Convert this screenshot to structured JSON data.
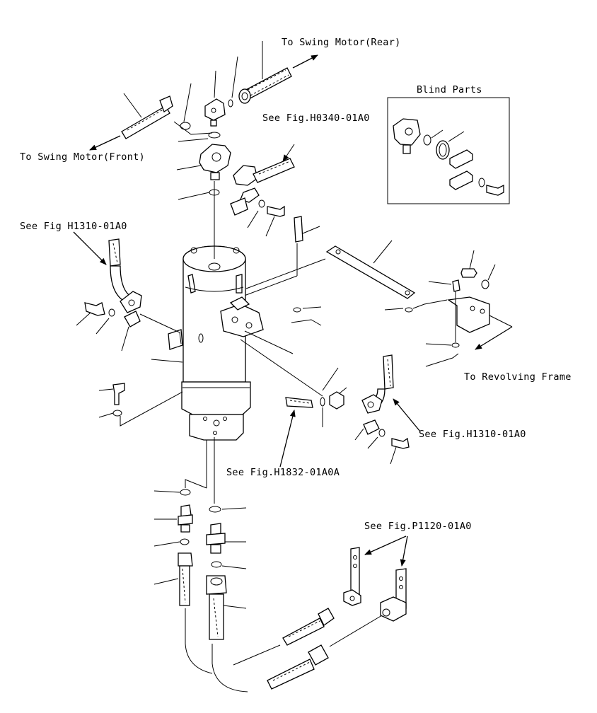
{
  "labels": {
    "swing_motor_rear": "To Swing Motor(Rear)",
    "swing_motor_front": "To Swing Motor(Front)",
    "blind_parts": "Blind Parts",
    "see_h0340": "See Fig.H0340-01A0",
    "see_h1310_left": "See Fig H1310-01A0",
    "revolving_frame": "To Revolving Frame",
    "see_h1310_right": "See Fig.H1310-01A0",
    "see_h1832": "See Fig.H1832-01A0A",
    "see_p1120": "See Fig.P1120-01A0"
  }
}
